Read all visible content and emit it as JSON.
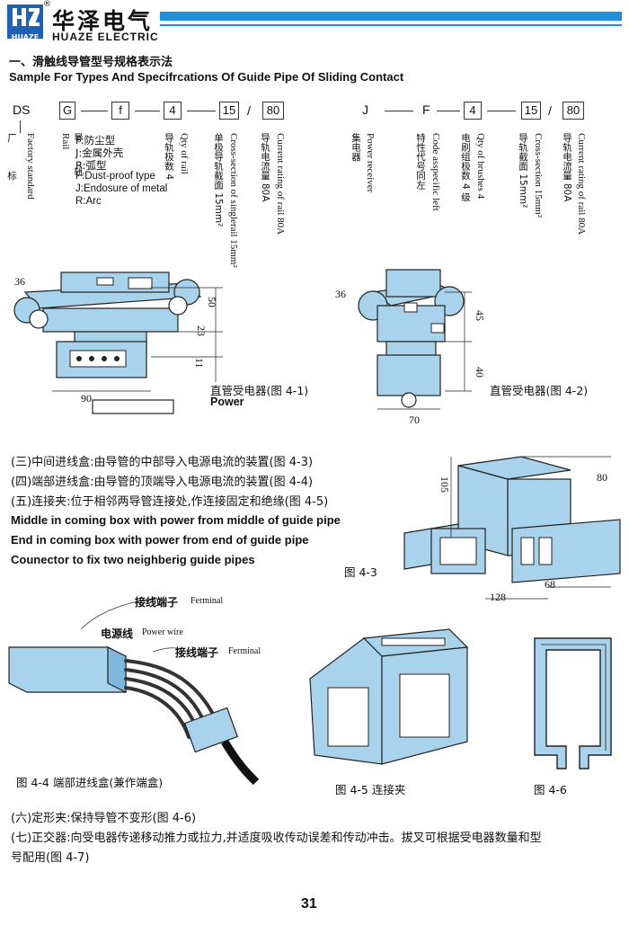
{
  "header": {
    "logo_text_cn": "华泽电气",
    "logo_text_en": "HUAZE ELECTRIC",
    "logo_abbr": "HUAZE",
    "registered_mark": "®"
  },
  "section": {
    "heading_cn": "一、滑触线导管型号规格表示法",
    "heading_en": "Sample For Types And Specifrcations Of Guide Pipe Of Sliding Contact"
  },
  "model_code_left": {
    "prefix": "DS",
    "boxes": [
      "G",
      "f",
      "4",
      "15",
      "80"
    ],
    "slash": "/"
  },
  "model_code_right": {
    "prefix": "J",
    "f": "F",
    "boxes": [
      "4",
      "15",
      "80"
    ],
    "slash": "/"
  },
  "legend_left": {
    "factory_cn": "厂 标",
    "factory_en": "Factory standard",
    "rail_en": "Rail",
    "rail_cn": "导 轨",
    "options": [
      "F:防尘型",
      "J:金属外壳",
      "R:弧型",
      "F:Dust-proof type",
      "J:Endosure of metal",
      "R:Arc"
    ],
    "poles_cn": "导轨极数 4",
    "poles_en": "Qty of rail",
    "cross_cn": "单极导轨截面 15mm²",
    "cross_en": "Cross-section of singlerail 15mm²",
    "current_cn": "导轨电流量 80A",
    "current_en": "Current rating of rail 80A"
  },
  "legend_right": {
    "receiver_cn": "集电器",
    "receiver_en": "Power receiver",
    "code_cn": "特性代号同左",
    "code_en": "Code asspecific left",
    "brush_cn": "电刷组极数 4 级",
    "brush_en": "Qty of brushes 4",
    "cross_cn": "导轨截面 15mm²",
    "cross_en": "Cross-section 15mm²",
    "current_cn": "导轨电流量 80A",
    "current_en": "Current rating of rail 80A"
  },
  "figures": {
    "fig41_caption": "直管受电器(图 4-1)",
    "fig41_caption_en": "Power",
    "fig41_dims": [
      "36",
      "50",
      "23",
      "11",
      "90"
    ],
    "fig42_caption": "直管受电器(图 4-2)",
    "fig42_dims": [
      "36",
      "45",
      "40",
      "70"
    ],
    "fig43_caption": "图 4-3",
    "fig43_dims": [
      "105",
      "80",
      "68",
      "128"
    ],
    "fig44_caption": "图 4-4 端部进线盒(兼作端盒)",
    "fig45_caption": "图 4-5 连接夹",
    "fig46_caption": "图 4-6",
    "terminal_cn": "接线端子",
    "terminal_en": "Ferminal",
    "power_wire_cn": "电源线",
    "power_wire_en": "Power wire"
  },
  "paragraphs_mid": [
    "(三)中间进线盒:由导管的中部导入电源电流的装置(图 4-3)",
    "(四)端部进线盒:由导管的顶端导入电源电流的装置(图 4-4)",
    "(五)连接夹:位于相邻两导管连接处,作连接固定和绝缘(图 4-5)"
  ],
  "paragraphs_en": [
    "Middle in coming box with power from middle of guide pipe",
    "End in coming box with power from end of guide pipe",
    "Counector to fix two neighberig guide pipes"
  ],
  "paragraphs_bottom": [
    "(六)定形夹:保持导管不变形(图 4-6)",
    "(七)正交器:向受电器传递移动推力或拉力,并适度吸收传动误差和传动冲击。拔叉可根据受电器数量和型",
    "号配用(图 4-7)"
  ],
  "page_number": "31",
  "colors": {
    "accent": "#1e8fd8",
    "logo": "#1e62b8",
    "part_fill": "#a9d2ec"
  }
}
